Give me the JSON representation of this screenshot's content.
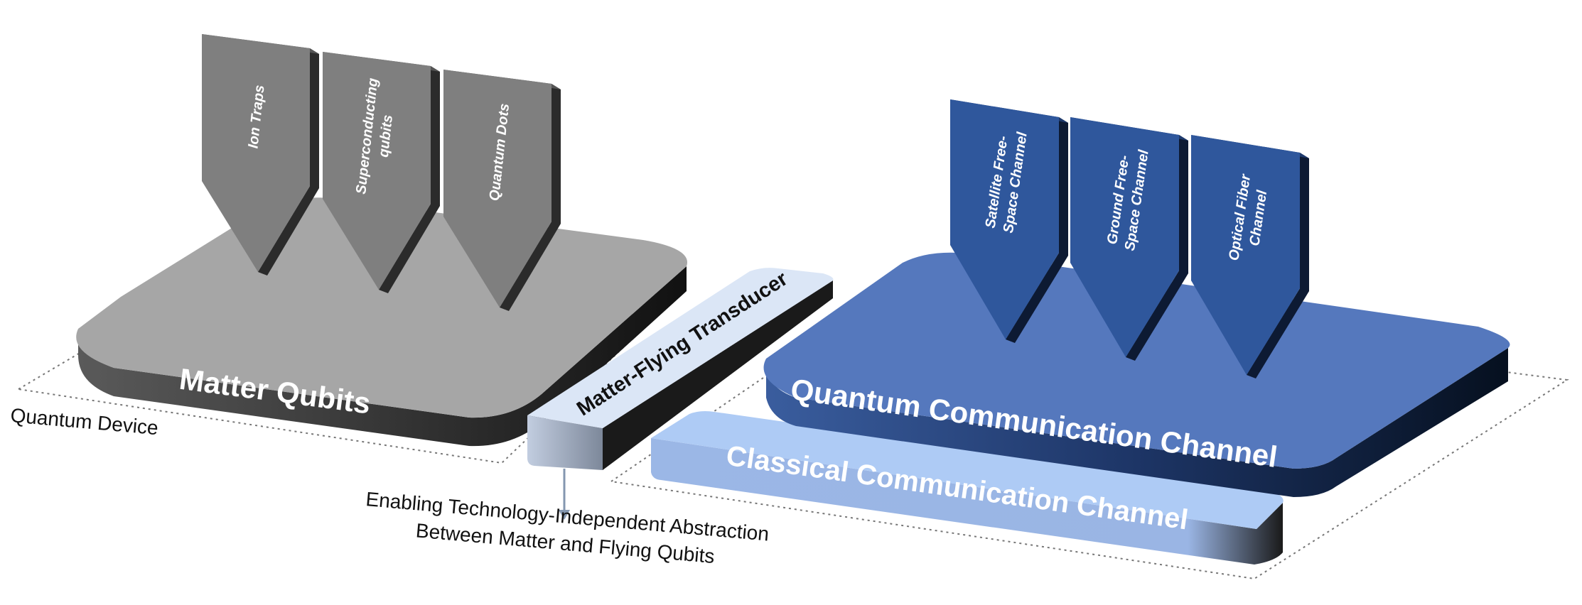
{
  "regions": {
    "quantum_device_label": "Quantum Device"
  },
  "matter_platform": {
    "label": "Matter Qubits",
    "pillars": [
      {
        "line1": "Ion Traps",
        "line2": ""
      },
      {
        "line1": "Superconducting",
        "line2": "qubits"
      },
      {
        "line1": "Quantum Dots",
        "line2": ""
      }
    ]
  },
  "transducer": {
    "label": "Matter-Flying Transducer"
  },
  "annotation": {
    "line1": "Enabling Technology-Independent Abstraction",
    "line2": "Between Matter and Flying Qubits"
  },
  "quantum_channel": {
    "label": "Quantum Communication Channel",
    "pillars": [
      {
        "line1": "Satellite Free-",
        "line2": "Space Channel"
      },
      {
        "line1": "Ground Free-",
        "line2": "Space Channel"
      },
      {
        "line1": "Optical Fiber",
        "line2": "Channel"
      }
    ]
  },
  "classical_channel": {
    "label": "Classical Communication Channel"
  },
  "colors": {
    "matter_top": "#a6a6a6",
    "matter_side": "#3f3f3f",
    "pillar_gray": "#7f7f7f",
    "quantum_top": "#5578bd",
    "quantum_side": "#15234a",
    "pillar_blue": "#2f579c",
    "classical_top": "#aecbf5",
    "transducer_top": "#dbe6f6"
  }
}
